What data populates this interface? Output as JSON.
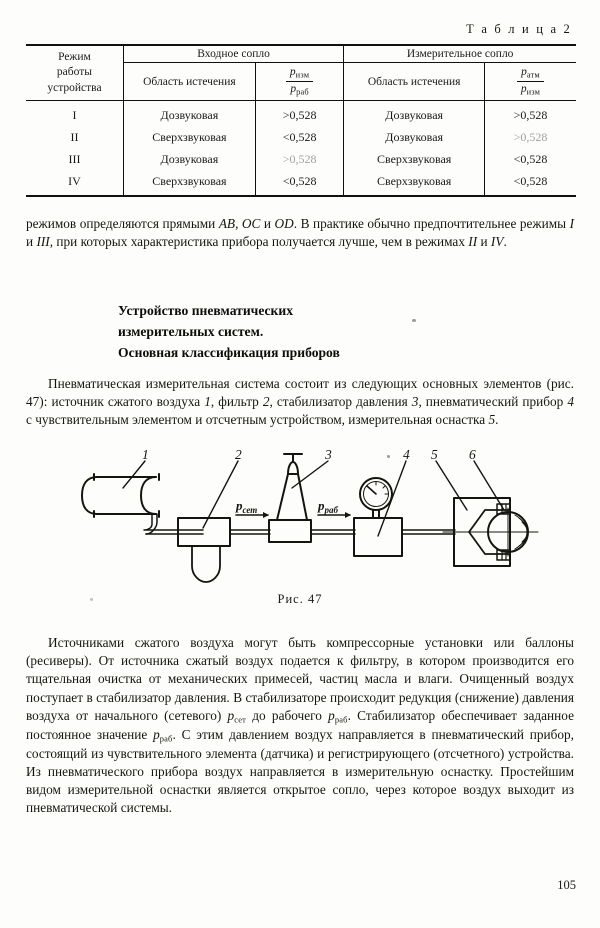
{
  "table": {
    "caption": "Т а б л и ц а  2",
    "header": {
      "mode_col": [
        "Режим",
        "работы",
        "устройства"
      ],
      "groups": [
        "Входное сопло",
        "Измерительное сопло"
      ],
      "sub_area": "Область истечения",
      "frac1": {
        "num_sym": "p",
        "num_sub": "изм",
        "den_sym": "p",
        "den_sub": "раб"
      },
      "frac2": {
        "num_sym": "p",
        "num_sub": "атм",
        "den_sym": "p",
        "den_sub": "изм"
      }
    },
    "rows": [
      {
        "mode": "I",
        "in_area": "Дозвуковая",
        "in_ratio": ">0,528",
        "m_area": "Дозвуковая",
        "m_ratio": ">0,528",
        "in_faint": false,
        "m_faint": false
      },
      {
        "mode": "II",
        "in_area": "Сверхзвуковая",
        "in_ratio": "<0,528",
        "m_area": "Дозвуковая",
        "m_ratio": ">0,528",
        "in_faint": false,
        "m_faint": true
      },
      {
        "mode": "III",
        "in_area": "Дозвуковая",
        "in_ratio": ">0,528",
        "m_area": "Сверхзвуковая",
        "m_ratio": "<0,528",
        "in_faint": true,
        "m_faint": false
      },
      {
        "mode": "IV",
        "in_area": "Сверхзвуковая",
        "in_ratio": "<0,528",
        "m_area": "Сверхзвуковая",
        "m_ratio": "<0,528",
        "in_faint": false,
        "m_faint": false
      }
    ]
  },
  "para_top": "режимов определяются прямыми AB, OC и OD. В практике обычно предпочтительнее режимы I и III, при которых характеристика прибора получается лучше, чем в режимах II и IV.",
  "heading": {
    "line1": "Устройство пневматических",
    "line2": "измерительных систем.",
    "line3": "Основная классификация приборов"
  },
  "para_mid": "Пневматическая измерительная система состоит из следующих основных элементов (рис. 47): источник сжатого воздуха 1, фильтр 2, стабилизатор давления 3, пневматический прибор 4 с чувствительным элементом и отсчетным устройством, измерительная оснастка 5.",
  "figure": {
    "caption": "Рис. 47",
    "callouts": [
      "1",
      "2",
      "3",
      "4",
      "5",
      "6"
    ],
    "pressure_labels": [
      {
        "sym": "p",
        "sub": "сет"
      },
      {
        "sym": "p",
        "sub": "раб"
      }
    ],
    "parts": [
      "air-receiver-tank",
      "filter-with-bowl",
      "pressure-stabilizer",
      "pneumatic-instrument-with-gauge",
      "measuring-fixture",
      "workpiece"
    ]
  },
  "para_bottom": "Источниками сжатого воздуха могут быть компрессорные установки или баллоны (ресиверы). От источника сжатый воздух подается к фильтру, в котором производится его тщательная очистка от механических примесей, частиц масла и влаги. Очищенный воздух поступает в стабилизатор давления. В стабилизаторе происходит редукция (снижение) давления воздуха от начального (сетевого) p_сет до рабочего p_раб. Стабилизатор обеспечивает заданное постоянное значение p_раб. С этим давлением воздух направляется в пневматический прибор, состоящий из чувствительного элемента (датчика) и регистрирующего (отсчетного) устройства. Из пневматического прибора воздух направляется в измерительную оснастку. Простейшим видом измерительной оснастки является открытое сопло, через которое воздух выходит из пневматической системы.",
  "page_number": "105",
  "colors": {
    "ink": "#15150f",
    "rule": "#111111",
    "paper": "#fdfdfb"
  }
}
